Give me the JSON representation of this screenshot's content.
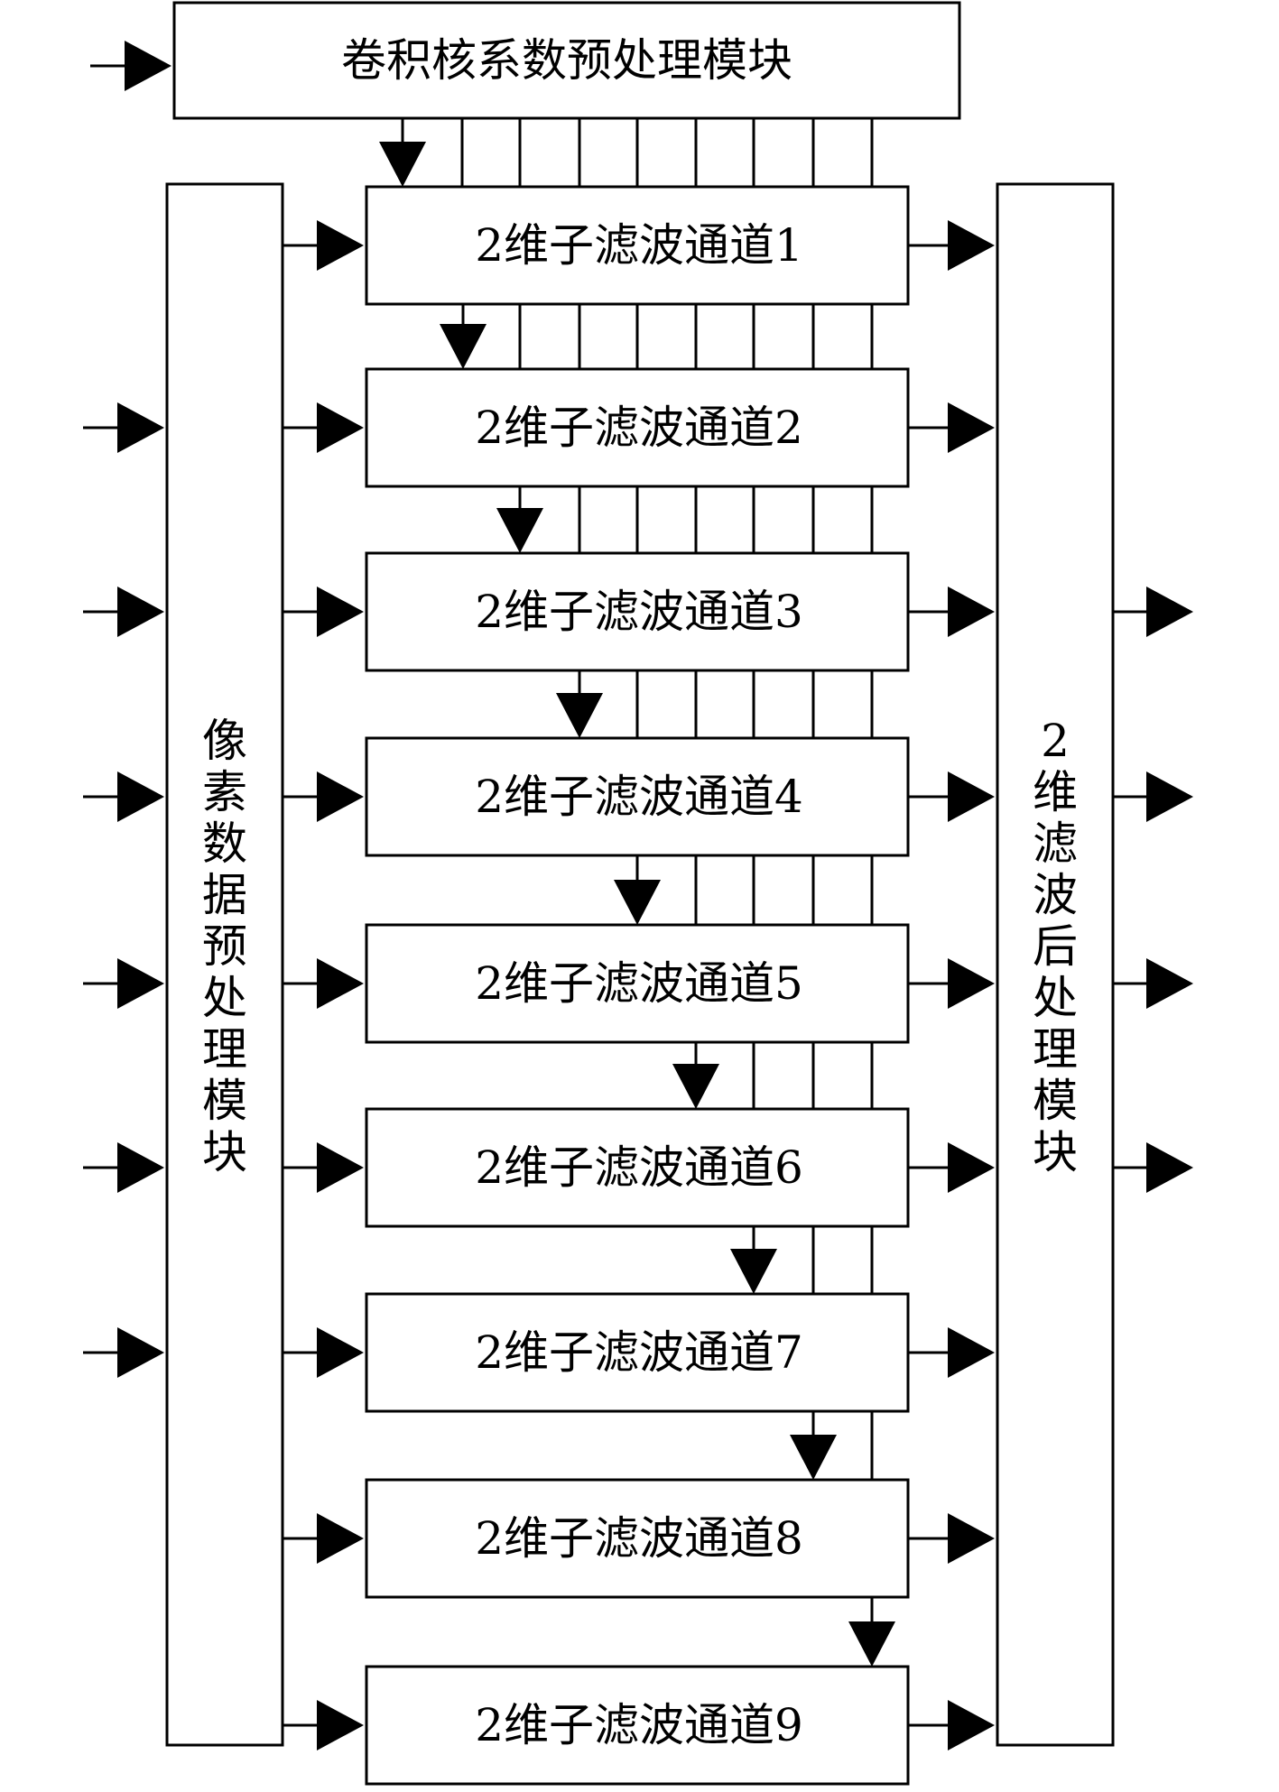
{
  "kernel_module": {
    "label": "卷积核系数预处理模块"
  },
  "pixel_module": {
    "label": "像素数据预处理模块"
  },
  "post_module": {
    "label": "2维滤波后处理模块"
  },
  "channels": [
    {
      "label": "2维子滤波通道1"
    },
    {
      "label": "2维子滤波通道2"
    },
    {
      "label": "2维子滤波通道3"
    },
    {
      "label": "2维子滤波通道4"
    },
    {
      "label": "2维子滤波通道5"
    },
    {
      "label": "2维子滤波通道6"
    },
    {
      "label": "2维子滤波通道7"
    },
    {
      "label": "2维子滤波通道8"
    },
    {
      "label": "2维子滤波通道9"
    }
  ]
}
